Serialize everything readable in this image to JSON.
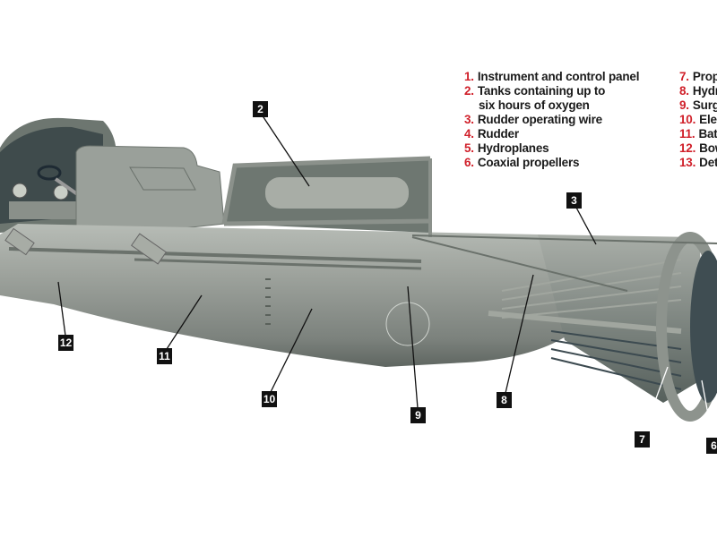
{
  "legend": {
    "column1": [
      {
        "num": "1.",
        "label": "Instrument and control panel"
      },
      {
        "num": "2.",
        "label": "Tanks containing up to",
        "cont": "six hours of oxygen"
      },
      {
        "num": "3.",
        "label": "Rudder operating wire"
      },
      {
        "num": "4.",
        "label": "Rudder"
      },
      {
        "num": "5.",
        "label": "Hydroplanes"
      },
      {
        "num": "6.",
        "label": "Coaxial propellers"
      }
    ],
    "column2": [
      {
        "num": "7.",
        "label": "Prop"
      },
      {
        "num": "8.",
        "label": "Hydr"
      },
      {
        "num": "9.",
        "label": "Surg"
      },
      {
        "num": "10.",
        "label": "Elec"
      },
      {
        "num": "11.",
        "label": "Bat"
      },
      {
        "num": "12.",
        "label": "Bow"
      },
      {
        "num": "13.",
        "label": "Det"
      }
    ],
    "number_color": "#d0202a"
  },
  "callouts": {
    "c2": "2",
    "c3": "3",
    "c6": "6",
    "c7": "7",
    "c8": "8",
    "c9": "9",
    "c10": "10",
    "c11": "11",
    "c12": "12"
  },
  "colors": {
    "hull": "#8f958f",
    "hull_dark": "#5f6762",
    "label_bg": "#111111"
  }
}
